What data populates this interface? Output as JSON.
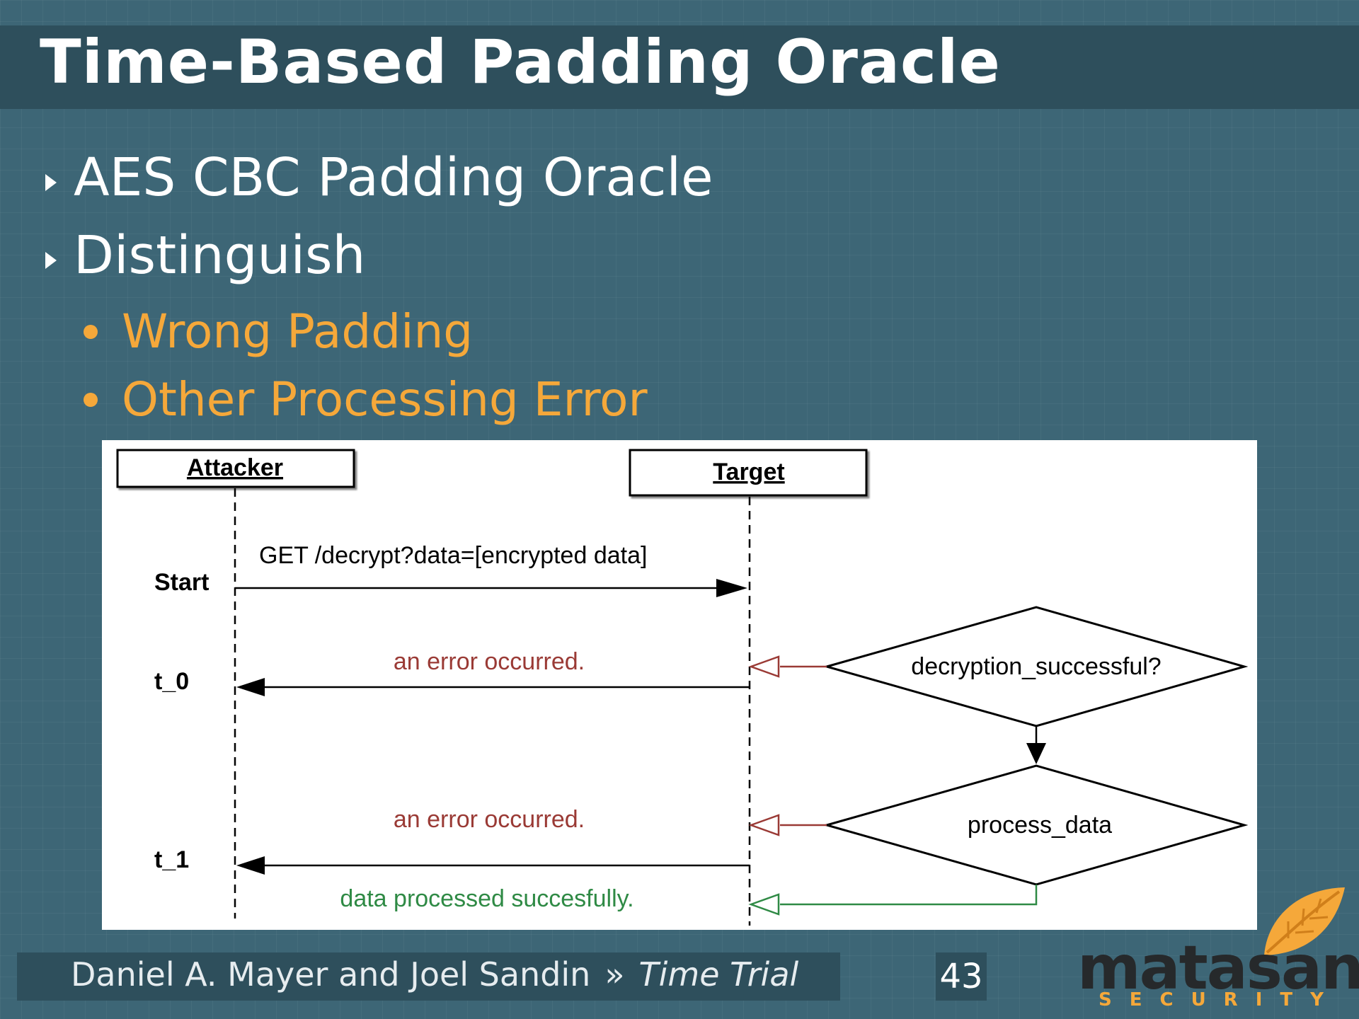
{
  "slide": {
    "title": "Time-Based Padding Oracle",
    "bullets": [
      "AES CBC Padding Oracle",
      "Distinguish"
    ],
    "sub_bullets": [
      "Wrong Padding",
      "Other Processing Error"
    ]
  },
  "diagram": {
    "attacker_label": "Attacker",
    "target_label": "Target",
    "time_labels": {
      "start": "Start",
      "t0": "t_0",
      "t1": "t_1"
    },
    "request_label": "GET /decrypt?data=[encrypted data]",
    "error_label_1": "an error occurred.",
    "error_label_2": "an error occurred.",
    "success_label": "data processed succesfully.",
    "decision_1": "decryption_successful?",
    "decision_2": "process_data",
    "colors": {
      "error": "#9a3a35",
      "success": "#2f8a45"
    }
  },
  "footer": {
    "authors": "Daniel A. Mayer and Joel Sandin",
    "separator": "»",
    "talk": "Time Trial",
    "page_number": "43"
  },
  "logo": {
    "word": "matasano",
    "sub": "SECURITY"
  }
}
